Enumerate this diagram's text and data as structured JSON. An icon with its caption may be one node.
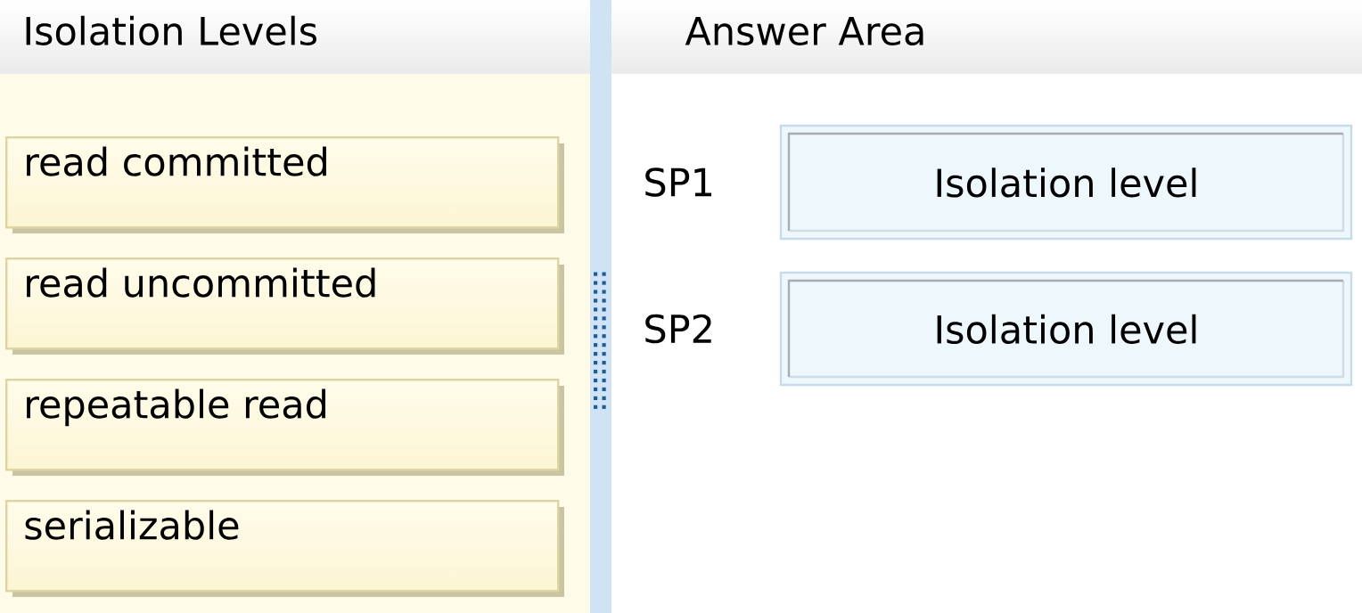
{
  "diagram": {
    "nodes": [
      {
        "text": [
          "Isolation Levels"
        ]
      },
      {
        "text": [
          "read committed"
        ],
        "in": 0
      },
      {
        "text": [
          "read uncommitted"
        ],
        "in": 0
      },
      {
        "text": [
          "repeatable read"
        ],
        "in": 0
      },
      {
        "text": [
          "serializable"
        ],
        "in": 0
      },
      {
        "text": [
          "Answer Area"
        ]
      },
      {
        "text": [
          "Isolation level"
        ],
        "beside": [
          "SP1"
        ]
      },
      {
        "text": [
          "Isolation level"
        ],
        "beside": [
          "SP2"
        ]
      }
    ]
  }
}
